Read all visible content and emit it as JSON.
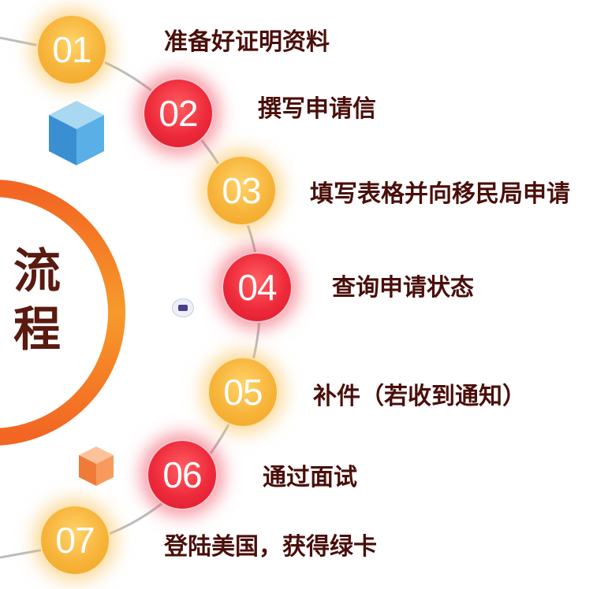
{
  "title": "流程",
  "steps": [
    {
      "num": "01",
      "label": "准备好证明资料",
      "color": "yellow"
    },
    {
      "num": "02",
      "label": "撰写申请信",
      "color": "red"
    },
    {
      "num": "03",
      "label": "填写表格并向移民局申请",
      "color": "yellow"
    },
    {
      "num": "04",
      "label": "查询申请状态",
      "color": "red"
    },
    {
      "num": "05",
      "label": "补件（若收到通知）",
      "color": "yellow"
    },
    {
      "num": "06",
      "label": "通过面试",
      "color": "red"
    },
    {
      "num": "07",
      "label": "登陆美国，获得绿卡",
      "color": "yellow"
    }
  ],
  "colors": {
    "yellow": "#f7b43a",
    "red": "#ee2a3b",
    "ring": "#f47b20",
    "text": "#4a0f0a"
  },
  "decorations": {
    "top_cube": "blue-cube-icon",
    "bottom_cube": "orange-cube-icon",
    "logo": "logo-icon"
  }
}
